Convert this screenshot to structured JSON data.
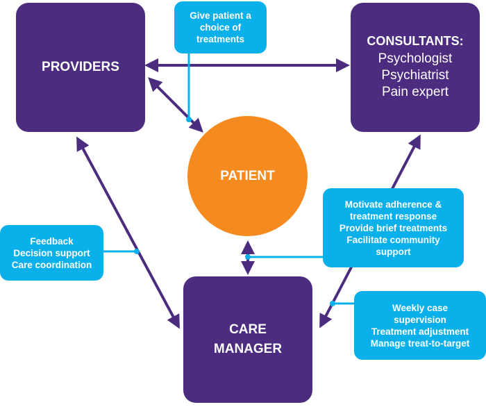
{
  "nodes": {
    "providers": "PROVIDERS",
    "consultants_title": "CONSULTANTS:",
    "consultants_items": [
      "Psychologist",
      "Psychiatrist",
      "Pain expert"
    ],
    "patient": "PATIENT",
    "care_manager": [
      "CARE",
      "MANAGER"
    ]
  },
  "callouts": {
    "choice": [
      "Give patient a",
      "choice of",
      "treatments"
    ],
    "feedback": [
      "Feedback",
      "Decision support",
      "Care coordination"
    ],
    "motivate": [
      "Motivate adherence &",
      "treatment response",
      "Provide brief treatments",
      "Facilitate community",
      "support"
    ],
    "weekly": [
      "Weekly case",
      "supervision",
      "Treatment adjustment",
      "Manage treat-to-target"
    ]
  },
  "colors": {
    "purple": "#4b2c7f",
    "blue": "#0ab0ea",
    "orange": "#f58a1f"
  }
}
